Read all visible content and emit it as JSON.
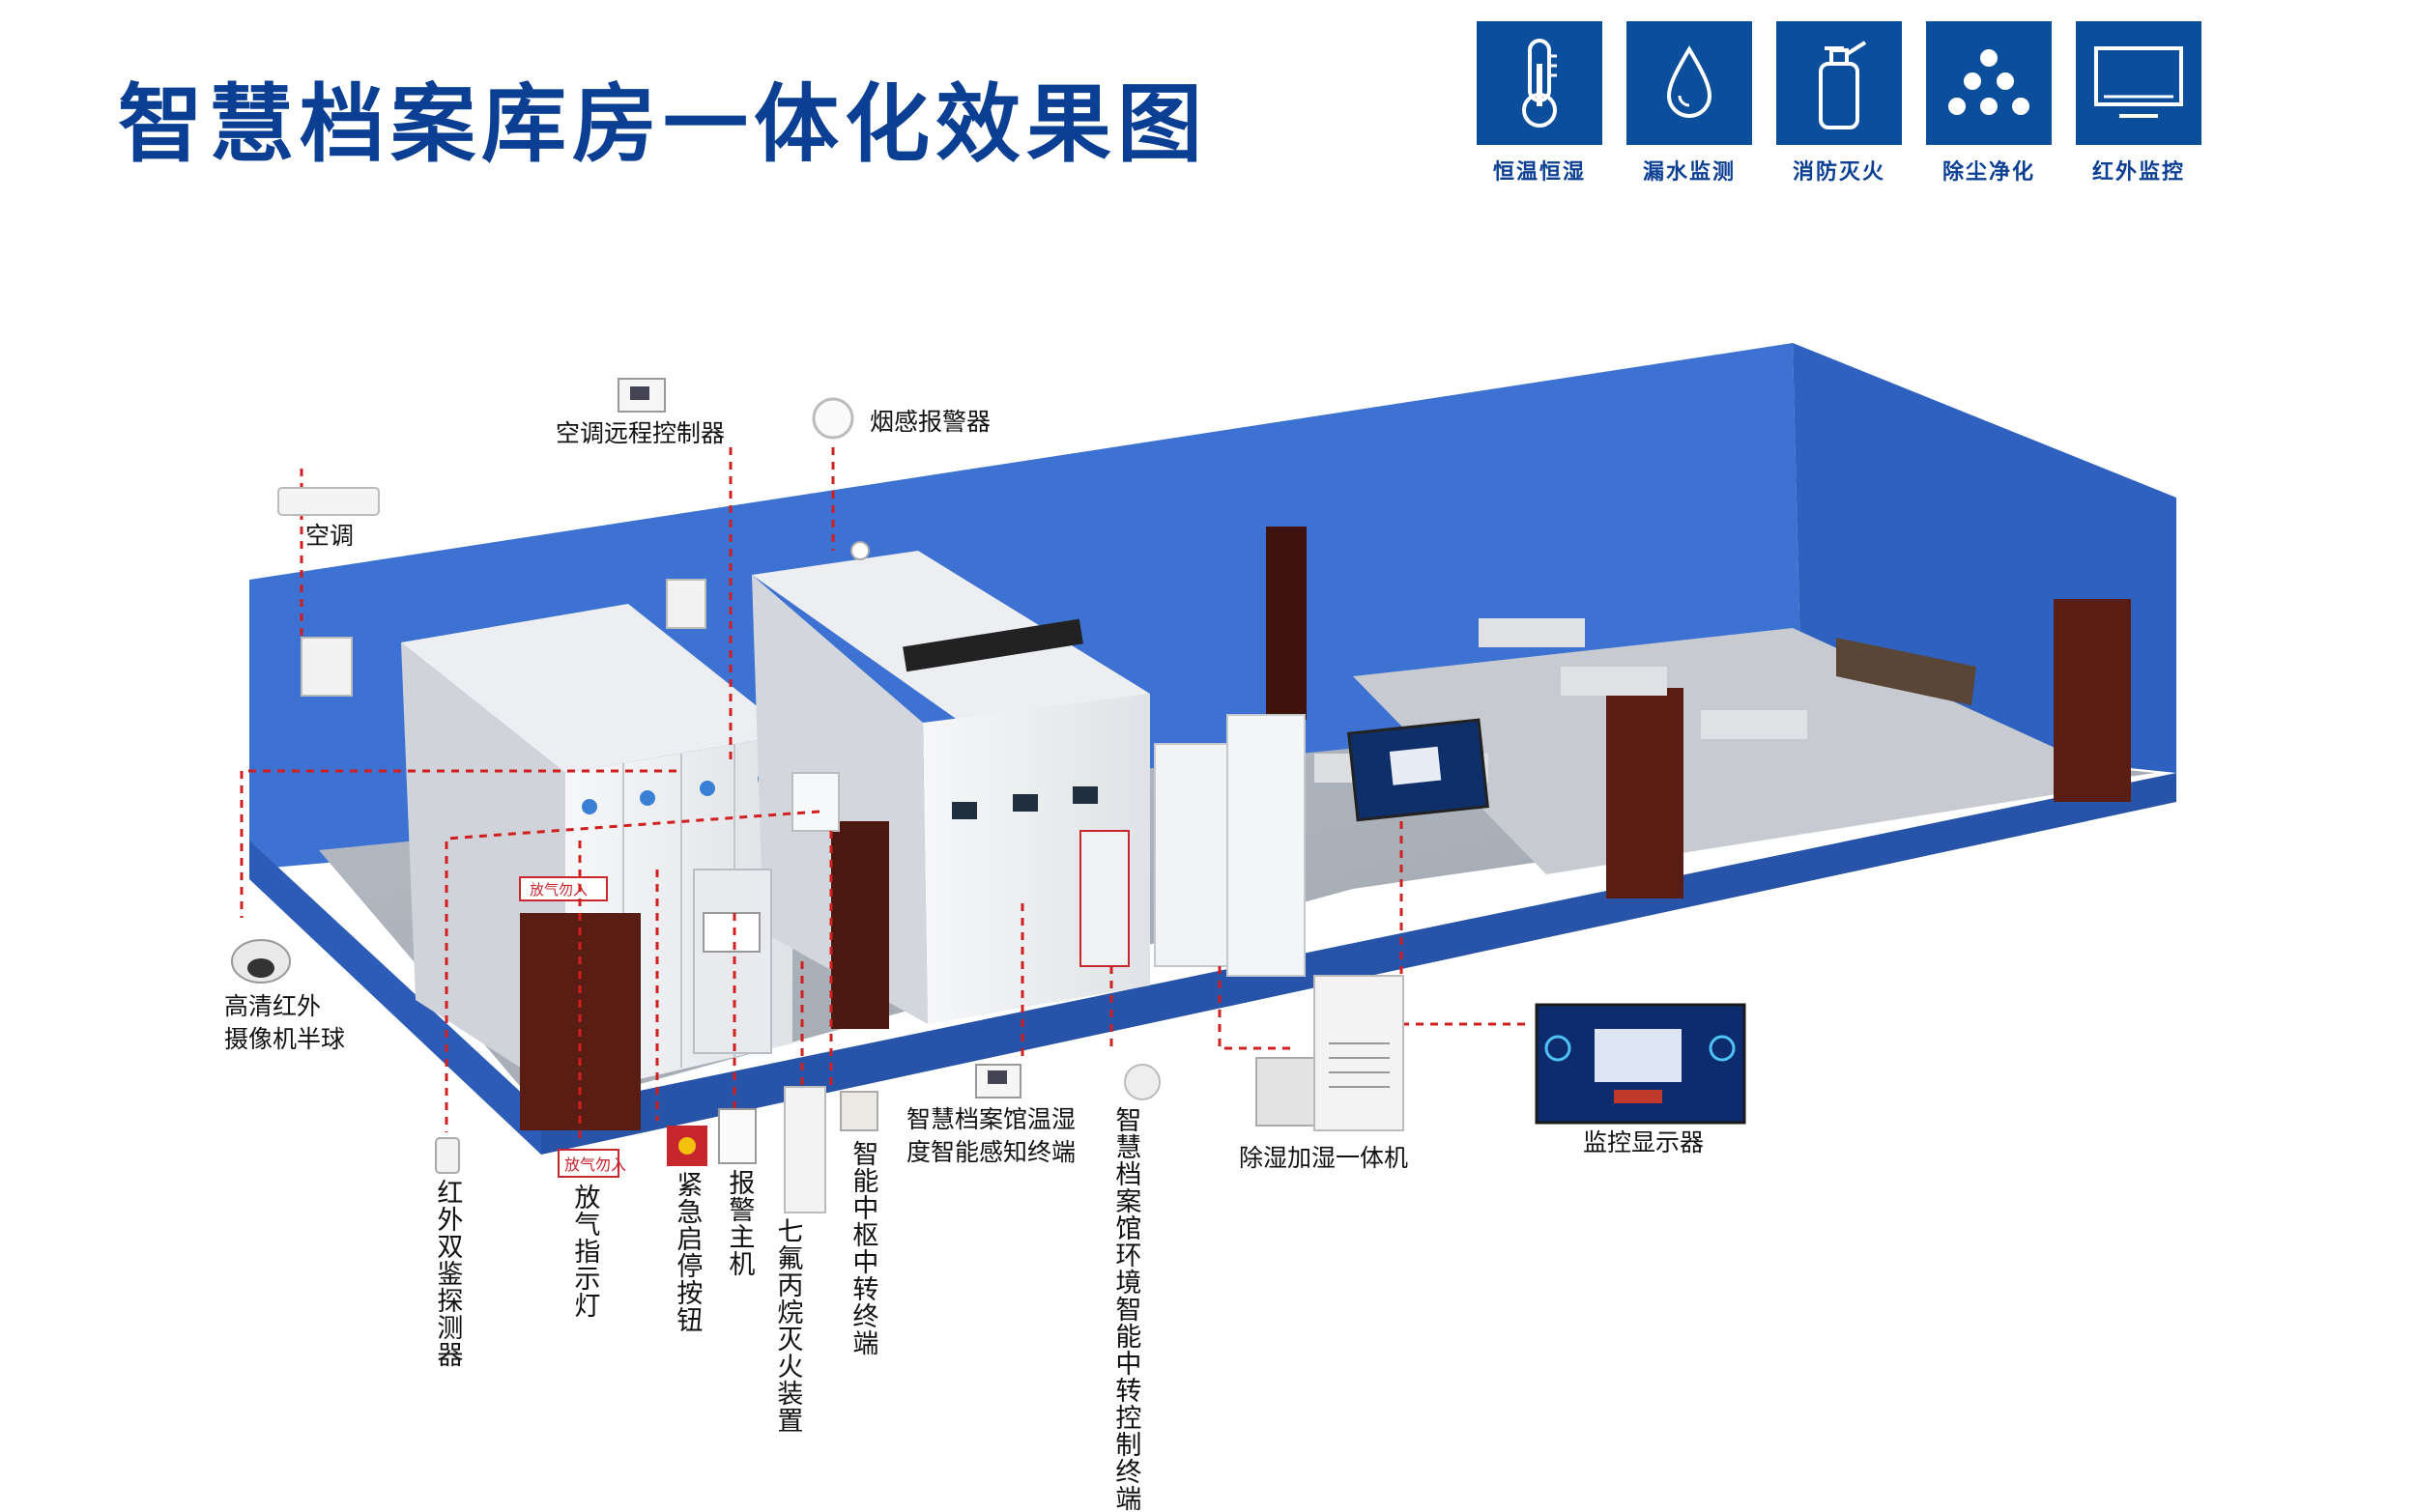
{
  "title": "智慧档案库房一体化效果图",
  "features": [
    {
      "label": "恒温恒湿",
      "icon": "thermometer-icon"
    },
    {
      "label": "漏水监测",
      "icon": "water-drop-icon"
    },
    {
      "label": "消防灭火",
      "icon": "fire-extinguisher-icon"
    },
    {
      "label": "除尘净化",
      "icon": "dust-particles-icon"
    },
    {
      "label": "红外监控",
      "icon": "monitor-icon"
    }
  ],
  "labels": {
    "ac_remote": "空调远程控制器",
    "smoke": "烟感报警器",
    "ac": "空调",
    "camera_line1": "高清红外",
    "camera_line2": "摄像机半球",
    "ir_detector": "红外双鉴探测器",
    "gas_light": "放气指示灯",
    "emergency": "紧急启停按钮",
    "alarm_host": "报警主机",
    "extinguisher": "七氟丙烷灭火装置",
    "hub_terminal": "智能中枢中转终端",
    "th_terminal_line1": "智慧档案馆温湿",
    "th_terminal_line2": "度智能感知终端",
    "env_terminal": "智慧档案馆环境智能中转控制终端",
    "dehumidifier": "除湿加湿一体机",
    "monitor": "监控显示器",
    "gas_sign": "放气勿入",
    "door_sign": "放气勿入"
  },
  "colors": {
    "brand_blue": "#0b3f93",
    "tile_blue": "#0b4f9c",
    "wall_blue": "#3b6fd0",
    "leader_red": "#d11f1f"
  }
}
